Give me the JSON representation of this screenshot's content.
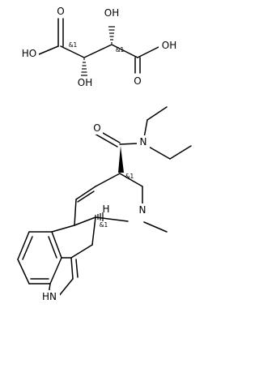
{
  "atom_labels": {
    "ho_left": "HO",
    "o_left": "O",
    "oh_upper": "OH",
    "oh_lower": "OH",
    "o_right": "O",
    "oh_right": "OH",
    "o_amide": "O",
    "n_amide": "N",
    "h_stereo": "H",
    "n_methyl": "N",
    "hn_indole": "HN"
  },
  "stereo_labels": {
    "tartrate_c2": "&1",
    "tartrate_c3": "&1",
    "ergoline_c8": "&1",
    "ergoline_c5": "&1"
  }
}
